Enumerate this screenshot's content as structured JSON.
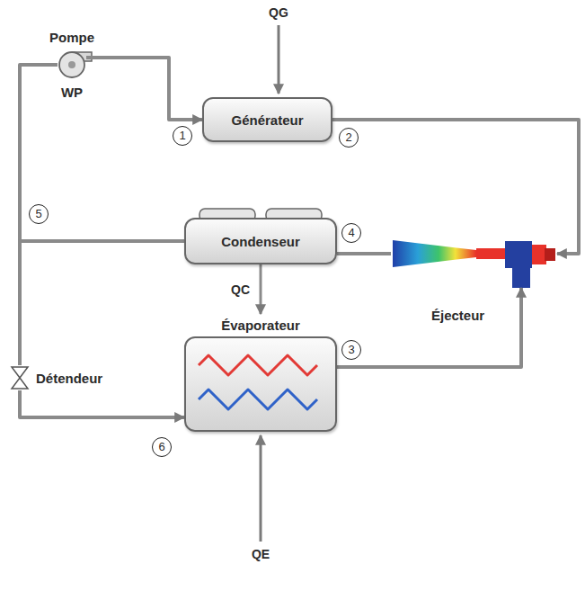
{
  "diagram": {
    "nodes": [
      {
        "text": [
          "Pompe",
          "WP"
        ]
      },
      {
        "text": [
          "Générateur"
        ]
      },
      {
        "text": [
          "Condenseur"
        ]
      },
      {
        "text": [
          "Éjecteur"
        ]
      },
      {
        "text": [
          "Détendeur"
        ]
      },
      {
        "text": [
          "Évaporateur"
        ]
      }
    ],
    "edges": [
      {
        "from": 0,
        "to": 1,
        "arrow": "to"
      },
      {
        "from": 1,
        "to": 3,
        "arrow": "to"
      },
      {
        "from": 3,
        "to": 2,
        "arrow": "none"
      },
      {
        "from": 2,
        "to": 0,
        "arrow": "none"
      },
      {
        "from": 2,
        "to": 4,
        "arrow": "none"
      },
      {
        "from": 4,
        "to": 5,
        "arrow": "to"
      },
      {
        "from": 5,
        "to": 3,
        "arrow": "to"
      },
      {
        "from": 2,
        "to": 5,
        "label": "QC",
        "arrow": "to"
      }
    ],
    "labels": [
      "QG",
      "1",
      "2",
      "5",
      "4",
      "3",
      "6",
      "QE"
    ]
  }
}
